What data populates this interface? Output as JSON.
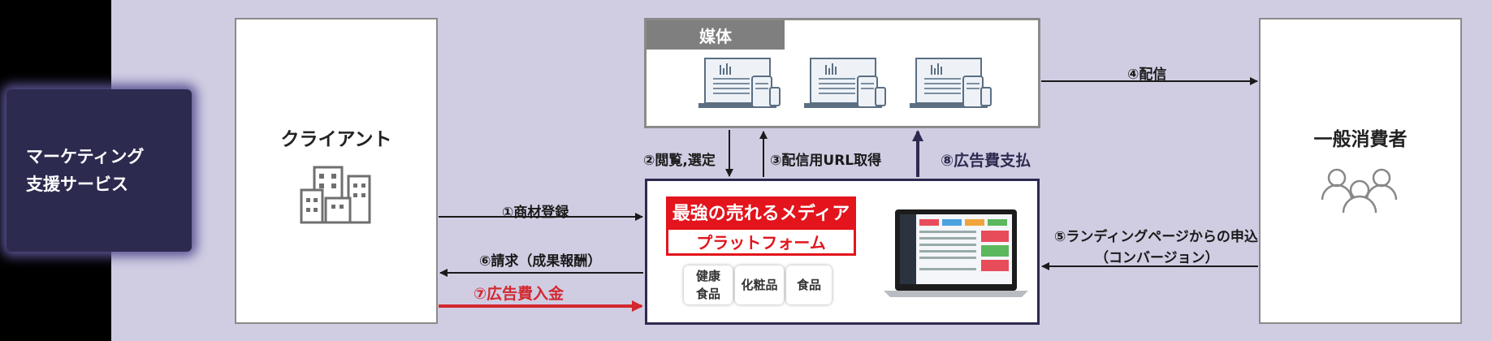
{
  "service": {
    "line1": "マーケティング",
    "line2": "支援サービス"
  },
  "client": {
    "title": "クライアント"
  },
  "consumer": {
    "title": "一般消費者"
  },
  "media": {
    "title": "媒体"
  },
  "platform": {
    "title_line1": "最強の売れるメディア",
    "title_line2": "プラットフォーム"
  },
  "categories": [
    {
      "line1": "健康",
      "line2": "食品"
    },
    {
      "line1": "化粧品",
      "line2": ""
    },
    {
      "line1": "食品",
      "line2": ""
    }
  ],
  "flows": {
    "f1": "①商材登録",
    "f2": "②閲覧,選定",
    "f3": "③配信用URL取得",
    "f4": "④配信",
    "f5_line1": "⑤ランディングページからの申込",
    "f5_line2": "（コンバージョン）",
    "f6": "⑥請求（成果報酬）",
    "f7": "⑦広告費入金",
    "f8": "⑧広告費支払"
  },
  "colors": {
    "navy": "#2d2a50",
    "red": "#d3282e",
    "background": "#d0cde3"
  }
}
